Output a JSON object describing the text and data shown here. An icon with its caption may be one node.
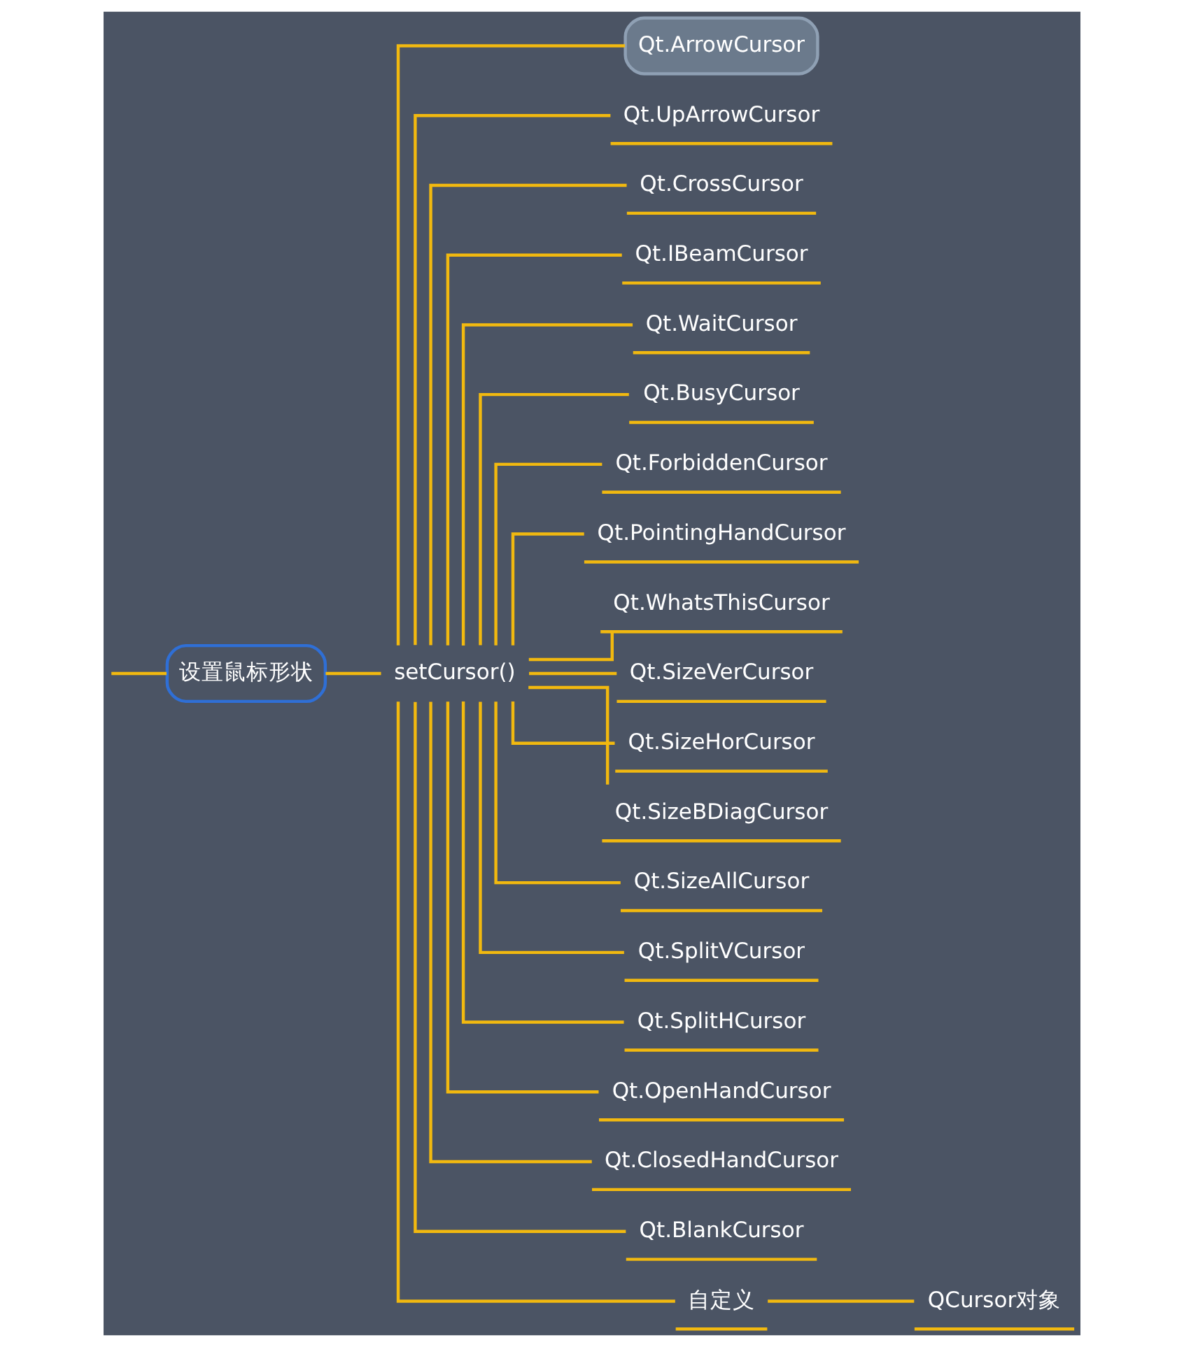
{
  "diagram": {
    "nodes": [
      {
        "text": [
          "设置鼠标形状"
        ]
      },
      {
        "text": [
          "setCursor()"
        ]
      },
      {
        "text": [
          "Qt.ArrowCursor"
        ]
      },
      {
        "text": [
          "Qt.UpArrowCursor"
        ]
      },
      {
        "text": [
          "Qt.CrossCursor"
        ]
      },
      {
        "text": [
          "Qt.IBeamCursor"
        ]
      },
      {
        "text": [
          "Qt.WaitCursor"
        ]
      },
      {
        "text": [
          "Qt.BusyCursor"
        ]
      },
      {
        "text": [
          "Qt.ForbiddenCursor"
        ]
      },
      {
        "text": [
          "Qt.PointingHandCursor"
        ]
      },
      {
        "text": [
          "Qt.WhatsThisCursor"
        ]
      },
      {
        "text": [
          "Qt.SizeVerCursor"
        ]
      },
      {
        "text": [
          "Qt.SizeHorCursor"
        ]
      },
      {
        "text": [
          "Qt.SizeBDiagCursor"
        ]
      },
      {
        "text": [
          "Qt.SizeAllCursor"
        ]
      },
      {
        "text": [
          "Qt.SplitVCursor"
        ]
      },
      {
        "text": [
          "Qt.SplitHCursor"
        ]
      },
      {
        "text": [
          "Qt.OpenHandCursor"
        ]
      },
      {
        "text": [
          "Qt.ClosedHandCursor"
        ]
      },
      {
        "text": [
          "Qt.BlankCursor"
        ]
      },
      {
        "text": [
          "自定义"
        ]
      },
      {
        "text": [
          "QCursor对象"
        ]
      }
    ],
    "edges": [
      {
        "from": null,
        "to": 0,
        "arrow": "none"
      },
      {
        "from": 0,
        "to": 1,
        "arrow": "none"
      },
      {
        "from": 1,
        "to": 2,
        "arrow": "none"
      },
      {
        "from": 1,
        "to": 3,
        "arrow": "none"
      },
      {
        "from": 1,
        "to": 4,
        "arrow": "none"
      },
      {
        "from": 1,
        "to": 5,
        "arrow": "none"
      },
      {
        "from": 1,
        "to": 6,
        "arrow": "none"
      },
      {
        "from": 1,
        "to": 7,
        "arrow": "none"
      },
      {
        "from": 1,
        "to": 8,
        "arrow": "none"
      },
      {
        "from": 1,
        "to": 9,
        "arrow": "none"
      },
      {
        "from": 1,
        "to": 10,
        "arrow": "none"
      },
      {
        "from": 1,
        "to": 11,
        "arrow": "none"
      },
      {
        "from": 1,
        "to": 12,
        "arrow": "none"
      },
      {
        "from": 1,
        "to": 13,
        "arrow": "none"
      },
      {
        "from": 1,
        "to": 14,
        "arrow": "none"
      },
      {
        "from": 1,
        "to": 15,
        "arrow": "none"
      },
      {
        "from": 1,
        "to": 16,
        "arrow": "none"
      },
      {
        "from": 1,
        "to": 17,
        "arrow": "none"
      },
      {
        "from": 1,
        "to": 18,
        "arrow": "none"
      },
      {
        "from": 1,
        "to": 19,
        "arrow": "none"
      },
      {
        "from": 1,
        "to": 20,
        "arrow": "none"
      },
      {
        "from": 20,
        "to": 21,
        "arrow": "none"
      }
    ]
  }
}
